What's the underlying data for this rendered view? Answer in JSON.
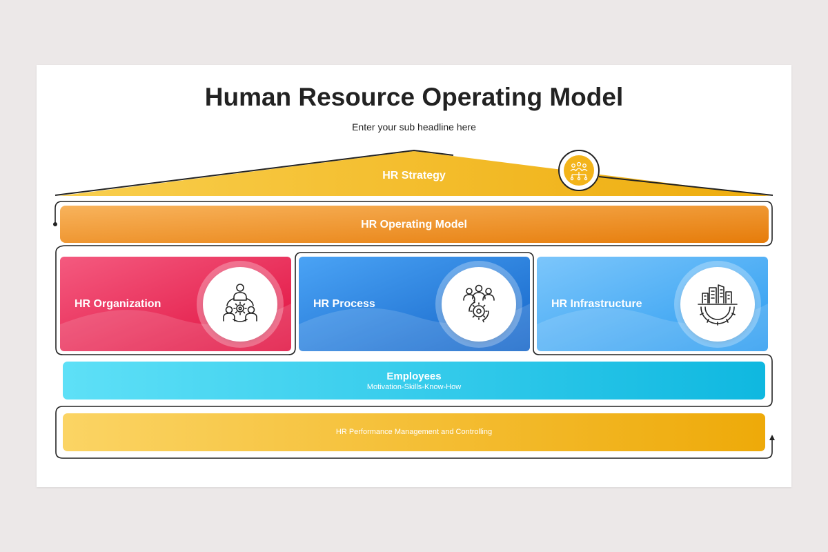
{
  "header": {
    "title": "Human Resource Operating Model",
    "subtitle": "Enter your sub headline here"
  },
  "strategy": {
    "label": "HR Strategy",
    "icon": "team-network-icon",
    "color": "#f2b31b"
  },
  "operating_model": {
    "label": "HR Operating Model",
    "color_start": "#f8b35c",
    "color_end": "#e67c0a"
  },
  "pillars": [
    {
      "label": "HR Organization",
      "icon": "team-gear-icon",
      "color_start": "#f45a7f",
      "color_end": "#e0103f"
    },
    {
      "label": "HR Process",
      "icon": "group-process-icon",
      "color_start": "#4aa3f5",
      "color_end": "#1565c8"
    },
    {
      "label": "HR Infrastructure",
      "icon": "building-gear-icon",
      "color_start": "#7cc6fb",
      "color_end": "#2c9cf0"
    }
  ],
  "employees": {
    "label": "Employees",
    "sublabel": "Motivation-Skills-Know-How",
    "color_start": "#5ee0f7",
    "color_end": "#0fb8e0"
  },
  "performance": {
    "label": "HR Performance Management and Controlling",
    "color_start": "#fbd464",
    "color_end": "#eeaa09"
  }
}
